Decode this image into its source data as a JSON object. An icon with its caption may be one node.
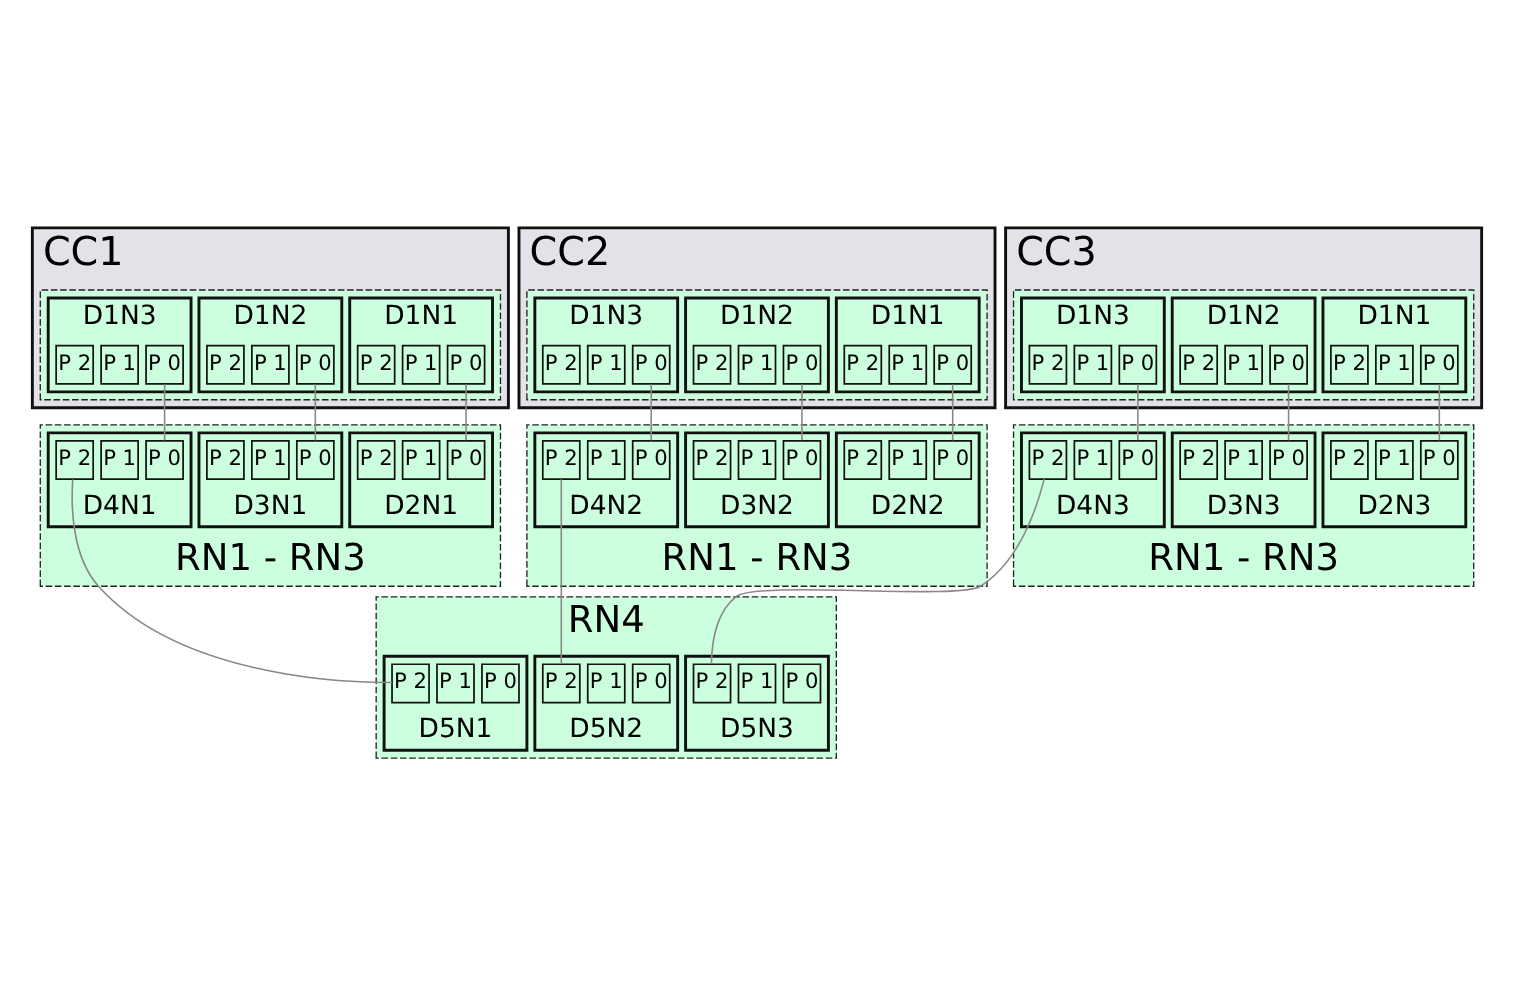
{
  "diagram": {
    "nodes": [
      {
        "text": [
          "CC1"
        ]
      },
      {
        "text": [],
        "shape": "box",
        "in": 0
      },
      {
        "text": [
          "D1N1"
        ],
        "in": 1
      },
      {
        "text": [
          "P 0"
        ],
        "in": 2
      },
      {
        "text": [
          "P 1"
        ],
        "in": 2
      },
      {
        "text": [
          "P 2"
        ],
        "in": 2
      },
      {
        "text": [
          "D1N2"
        ],
        "in": 1
      },
      {
        "text": [
          "P 0"
        ],
        "in": 6
      },
      {
        "text": [
          "P 1"
        ],
        "in": 6
      },
      {
        "text": [
          "P 2"
        ],
        "in": 6
      },
      {
        "text": [
          "D1N3"
        ],
        "in": 1
      },
      {
        "text": [
          "P 0"
        ],
        "in": 10
      },
      {
        "text": [
          "P 1"
        ],
        "in": 10
      },
      {
        "text": [
          "P 2"
        ],
        "in": 10
      },
      {
        "text": [
          "CC2"
        ]
      },
      {
        "text": [],
        "shape": "box",
        "in": 14
      },
      {
        "text": [
          "D1N1"
        ],
        "in": 15
      },
      {
        "text": [
          "P 0"
        ],
        "in": 16
      },
      {
        "text": [
          "P 1"
        ],
        "in": 16
      },
      {
        "text": [
          "P 2"
        ],
        "in": 16
      },
      {
        "text": [
          "D1N2"
        ],
        "in": 15
      },
      {
        "text": [
          "P 0"
        ],
        "in": 20
      },
      {
        "text": [
          "P 1"
        ],
        "in": 20
      },
      {
        "text": [
          "P 2"
        ],
        "in": 20
      },
      {
        "text": [
          "D1N3"
        ],
        "in": 15
      },
      {
        "text": [
          "P 0"
        ],
        "in": 24
      },
      {
        "text": [
          "P 1"
        ],
        "in": 24
      },
      {
        "text": [
          "P 2"
        ],
        "in": 24
      },
      {
        "text": [
          "CC3"
        ]
      },
      {
        "text": [],
        "shape": "box",
        "in": 28
      },
      {
        "text": [
          "D1N1"
        ],
        "in": 29
      },
      {
        "text": [
          "P 0"
        ],
        "in": 30
      },
      {
        "text": [
          "P 1"
        ],
        "in": 30
      },
      {
        "text": [
          "P 2"
        ],
        "in": 30
      },
      {
        "text": [
          "D1N2"
        ],
        "in": 29
      },
      {
        "text": [
          "P 0"
        ],
        "in": 34
      },
      {
        "text": [
          "P 1"
        ],
        "in": 34
      },
      {
        "text": [
          "P 2"
        ],
        "in": 34
      },
      {
        "text": [
          "D1N3"
        ],
        "in": 29
      },
      {
        "text": [
          "P 0"
        ],
        "in": 38
      },
      {
        "text": [
          "P 1"
        ],
        "in": 38
      },
      {
        "text": [
          "P 2"
        ],
        "in": 38
      },
      {
        "text": [
          "RN1 - RN3"
        ]
      },
      {
        "text": [
          "D2N1"
        ],
        "in": 42
      },
      {
        "text": [
          "P 0"
        ],
        "in": 43
      },
      {
        "text": [
          "P 1"
        ],
        "in": 43
      },
      {
        "text": [
          "P 2"
        ],
        "in": 43
      },
      {
        "text": [
          "D3N1"
        ],
        "in": 42
      },
      {
        "text": [
          "P 0"
        ],
        "in": 47
      },
      {
        "text": [
          "P 1"
        ],
        "in": 47
      },
      {
        "text": [
          "P 2"
        ],
        "in": 47
      },
      {
        "text": [
          "D4N1"
        ],
        "in": 42
      },
      {
        "text": [
          "P 0"
        ],
        "in": 51
      },
      {
        "text": [
          "P 1"
        ],
        "in": 51
      },
      {
        "text": [
          "P 2"
        ],
        "in": 51
      },
      {
        "text": [
          "RN1 - RN3"
        ]
      },
      {
        "text": [
          "D2N2"
        ],
        "in": 55
      },
      {
        "text": [
          "P 0"
        ],
        "in": 56
      },
      {
        "text": [
          "P 1"
        ],
        "in": 56
      },
      {
        "text": [
          "P 2"
        ],
        "in": 56
      },
      {
        "text": [
          "D3N2"
        ],
        "in": 55
      },
      {
        "text": [
          "P 0"
        ],
        "in": 60
      },
      {
        "text": [
          "P 1"
        ],
        "in": 60
      },
      {
        "text": [
          "P 2"
        ],
        "in": 60
      },
      {
        "text": [
          "D4N2"
        ],
        "in": 55
      },
      {
        "text": [
          "P 0"
        ],
        "in": 64
      },
      {
        "text": [
          "P 1"
        ],
        "in": 64
      },
      {
        "text": [
          "P 2"
        ],
        "in": 64
      },
      {
        "text": [
          "RN1 - RN3"
        ]
      },
      {
        "text": [
          "D2N3"
        ],
        "in": 68
      },
      {
        "text": [
          "P 0"
        ],
        "in": 69
      },
      {
        "text": [
          "P 1"
        ],
        "in": 69
      },
      {
        "text": [
          "P 2"
        ],
        "in": 69
      },
      {
        "text": [
          "D3N3"
        ],
        "in": 68
      },
      {
        "text": [
          "P 0"
        ],
        "in": 73
      },
      {
        "text": [
          "P 1"
        ],
        "in": 73
      },
      {
        "text": [
          "P 2"
        ],
        "in": 73
      },
      {
        "text": [
          "D4N3"
        ],
        "in": 68
      },
      {
        "text": [
          "P 0"
        ],
        "in": 77
      },
      {
        "text": [
          "P 1"
        ],
        "in": 77
      },
      {
        "text": [
          "P 2"
        ],
        "in": 77
      },
      {
        "text": [
          "RN4"
        ]
      },
      {
        "text": [
          "D5N1"
        ],
        "in": 81
      },
      {
        "text": [
          "P 0"
        ],
        "in": 82
      },
      {
        "text": [
          "P 1"
        ],
        "in": 82
      },
      {
        "text": [
          "P 2"
        ],
        "in": 82
      },
      {
        "text": [
          "D5N2"
        ],
        "in": 81
      },
      {
        "text": [
          "P 0"
        ],
        "in": 86
      },
      {
        "text": [
          "P 1"
        ],
        "in": 86
      },
      {
        "text": [
          "P 2"
        ],
        "in": 86
      },
      {
        "text": [
          "D5N3"
        ],
        "in": 81
      },
      {
        "text": [
          "P 0"
        ],
        "in": 90
      },
      {
        "text": [
          "P 1"
        ],
        "in": 90
      },
      {
        "text": [
          "P 2"
        ],
        "in": 90
      }
    ],
    "edges": [
      {
        "from": 3,
        "to": 44,
        "arrow": "none"
      },
      {
        "from": 7,
        "to": 48,
        "arrow": "none"
      },
      {
        "from": 11,
        "to": 52,
        "arrow": "none"
      },
      {
        "from": 54,
        "to": 85,
        "arrow": "none"
      },
      {
        "from": 17,
        "to": 57,
        "arrow": "none"
      },
      {
        "from": 21,
        "to": 61,
        "arrow": "none"
      },
      {
        "from": 25,
        "to": 65,
        "arrow": "none"
      },
      {
        "from": 67,
        "to": 89,
        "arrow": "none"
      },
      {
        "from": 31,
        "to": 70,
        "arrow": "none"
      },
      {
        "from": 35,
        "to": 74,
        "arrow": "none"
      },
      {
        "from": 39,
        "to": 78,
        "arrow": "none"
      },
      {
        "from": 80,
        "to": 93,
        "arrow": "none"
      }
    ]
  }
}
